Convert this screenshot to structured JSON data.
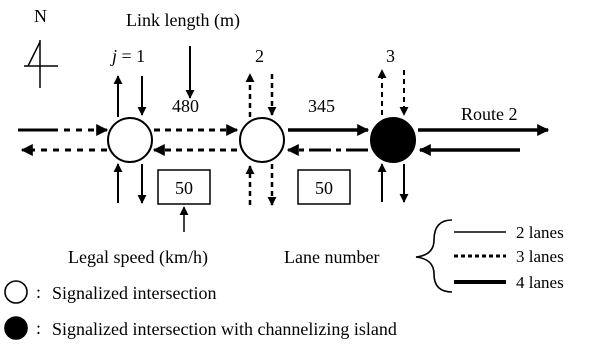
{
  "labels": {
    "north": "N",
    "link_length_title": "Link length (m)",
    "j_prefix": "j",
    "j_suffix": " = 1",
    "node_2": "2",
    "node_3": "3",
    "link_1_length": "480",
    "link_2_length": "345",
    "route": "Route 2",
    "speed_1": "50",
    "speed_2": "50",
    "legal_speed_title": "Legal speed (km/h)",
    "lane_number_title": "Lane number"
  },
  "legend": {
    "lanes_2": "2 lanes",
    "lanes_3": "3 lanes",
    "lanes_4": "4 lanes",
    "signalized": "Signalized intersection",
    "signalized_island": "Signalized intersection with channelizing island",
    "colon": ":"
  },
  "colors": {
    "line": "#000000",
    "background": "#ffffff"
  }
}
